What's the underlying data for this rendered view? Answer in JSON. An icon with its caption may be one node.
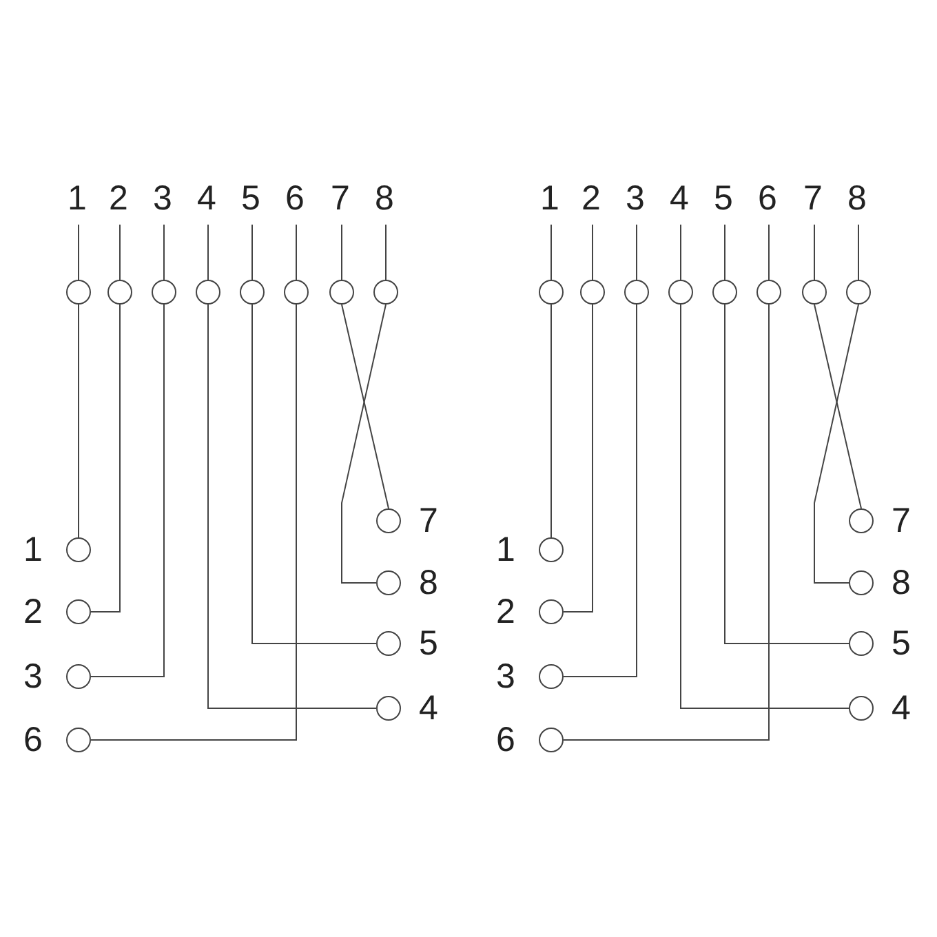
{
  "diagram": {
    "nodes": [
      {
        "text": [],
        "shape": "circle",
        "beside": [
          "1"
        ]
      },
      {
        "text": [],
        "shape": "circle",
        "beside": [
          "2"
        ]
      },
      {
        "text": [],
        "shape": "circle",
        "beside": [
          "3"
        ]
      },
      {
        "text": [],
        "shape": "circle",
        "beside": [
          "4"
        ]
      },
      {
        "text": [],
        "shape": "circle",
        "beside": [
          "5"
        ]
      },
      {
        "text": [],
        "shape": "circle",
        "beside": [
          "6"
        ]
      },
      {
        "text": [],
        "shape": "circle",
        "beside": [
          "7"
        ]
      },
      {
        "text": [],
        "shape": "circle",
        "beside": [
          "8"
        ]
      },
      {
        "text": [],
        "shape": "circle",
        "beside": [
          "1"
        ]
      },
      {
        "text": [],
        "shape": "circle",
        "beside": [
          "2"
        ]
      },
      {
        "text": [],
        "shape": "circle",
        "beside": [
          "3"
        ]
      },
      {
        "text": [],
        "shape": "circle",
        "beside": [
          "6"
        ]
      },
      {
        "text": [],
        "shape": "circle",
        "beside": [
          "7"
        ]
      },
      {
        "text": [],
        "shape": "circle",
        "beside": [
          "8"
        ]
      },
      {
        "text": [],
        "shape": "circle",
        "beside": [
          "5"
        ]
      },
      {
        "text": [],
        "shape": "circle",
        "beside": [
          "4"
        ]
      },
      {
        "text": [],
        "shape": "circle",
        "beside": [
          "1"
        ]
      },
      {
        "text": [],
        "shape": "circle",
        "beside": [
          "2"
        ]
      },
      {
        "text": [],
        "shape": "circle",
        "beside": [
          "3"
        ]
      },
      {
        "text": [],
        "shape": "circle",
        "beside": [
          "4"
        ]
      },
      {
        "text": [],
        "shape": "circle",
        "beside": [
          "5"
        ]
      },
      {
        "text": [],
        "shape": "circle",
        "beside": [
          "6"
        ]
      },
      {
        "text": [],
        "shape": "circle",
        "beside": [
          "7"
        ]
      },
      {
        "text": [],
        "shape": "circle",
        "beside": [
          "8"
        ]
      },
      {
        "text": [],
        "shape": "circle",
        "beside": [
          "1"
        ]
      },
      {
        "text": [],
        "shape": "circle",
        "beside": [
          "2"
        ]
      },
      {
        "text": [],
        "shape": "circle",
        "beside": [
          "3"
        ]
      },
      {
        "text": [],
        "shape": "circle",
        "beside": [
          "6"
        ]
      },
      {
        "text": [],
        "shape": "circle",
        "beside": [
          "7"
        ]
      },
      {
        "text": [],
        "shape": "circle",
        "beside": [
          "8"
        ]
      },
      {
        "text": [],
        "shape": "circle",
        "beside": [
          "5"
        ]
      },
      {
        "text": [],
        "shape": "circle",
        "beside": [
          "4"
        ]
      }
    ],
    "edges": [
      {
        "from": 0,
        "to": 8,
        "arrow": "none"
      },
      {
        "from": 1,
        "to": 9,
        "arrow": "none"
      },
      {
        "from": 2,
        "to": 10,
        "arrow": "none"
      },
      {
        "from": 3,
        "to": 15,
        "arrow": "none"
      },
      {
        "from": 4,
        "to": 14,
        "arrow": "none"
      },
      {
        "from": 5,
        "to": 11,
        "arrow": "none"
      },
      {
        "from": 6,
        "to": 12,
        "arrow": "none"
      },
      {
        "from": 7,
        "to": 13,
        "arrow": "none"
      },
      {
        "from": 16,
        "to": 24,
        "arrow": "none"
      },
      {
        "from": 17,
        "to": 25,
        "arrow": "none"
      },
      {
        "from": 18,
        "to": 26,
        "arrow": "none"
      },
      {
        "from": 19,
        "to": 31,
        "arrow": "none"
      },
      {
        "from": 20,
        "to": 30,
        "arrow": "none"
      },
      {
        "from": 21,
        "to": 27,
        "arrow": "none"
      },
      {
        "from": 22,
        "to": 28,
        "arrow": "none"
      },
      {
        "from": 23,
        "to": 29,
        "arrow": "none"
      }
    ]
  }
}
